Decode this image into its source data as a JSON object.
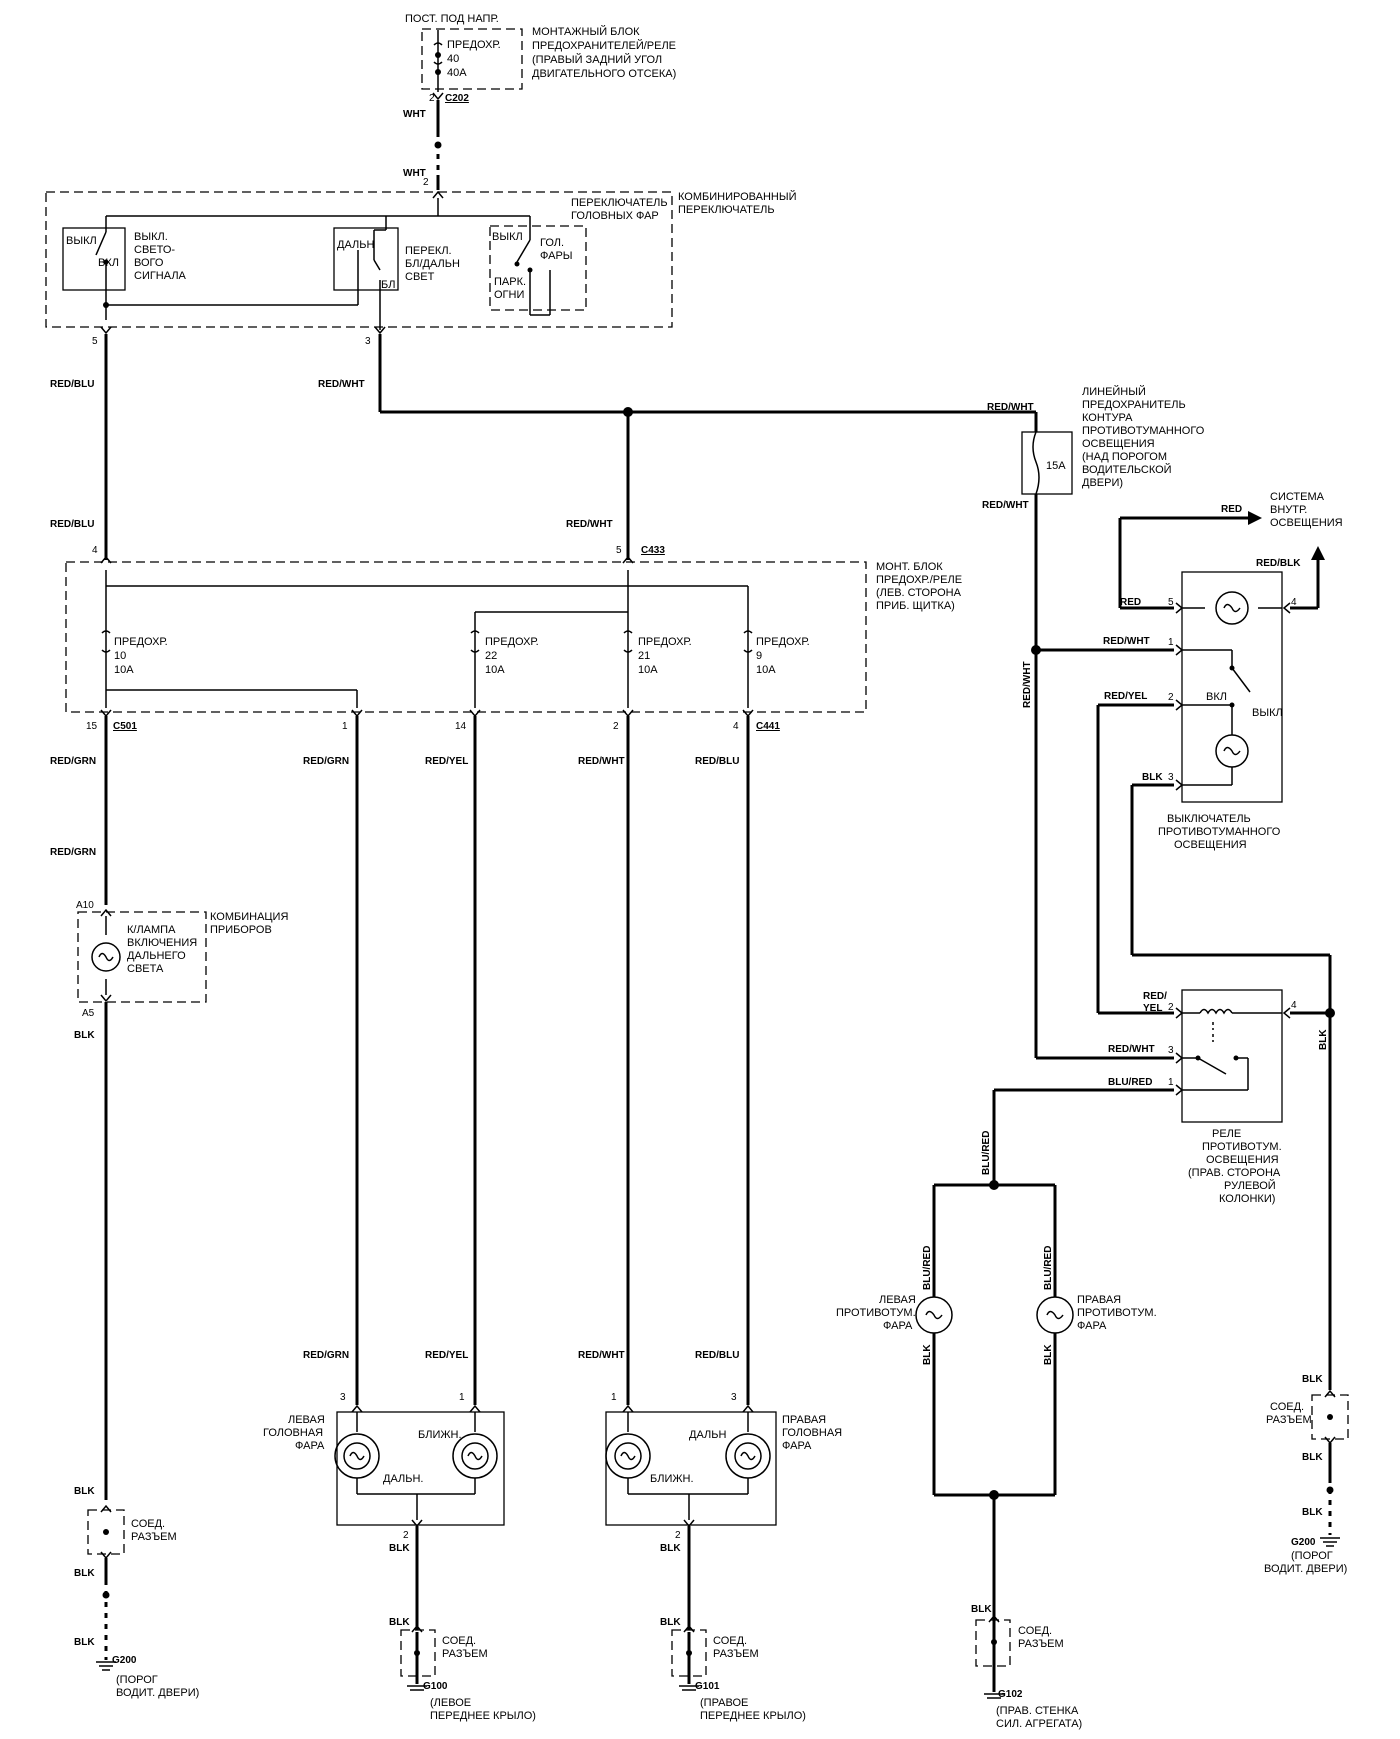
{
  "power": {
    "label": "ПОСТ. ПОД НАПР.",
    "fuse_name": "ПРЕДОХР.",
    "fuse_num": "40",
    "fuse_rating": "40A",
    "pin": "2",
    "connector": "C202"
  },
  "fusebox_top": [
    "МОНТАЖНЫЙ БЛОК",
    "ПРЕДОХРАНИТЕЛЕЙ/РЕЛЕ",
    "(ПРАВЫЙ ЗАДНИЙ УГОЛ",
    "ДВИГАТЕЛЬНОГО ОТСЕКА)"
  ],
  "combo_switch": {
    "title": [
      "КОМБИНИРОВАННЫЙ",
      "ПЕРЕКЛЮЧАТЕЛЬ"
    ],
    "headlight_switch": [
      "ПЕРЕКЛЮЧАТЕЛЬ",
      "ГОЛОВНЫХ ФАР"
    ],
    "flash_off": "ВЫКЛ",
    "flash_on": "ВКЛ",
    "flash_label": [
      "ВЫКЛ.",
      "СВЕТО-",
      "ВОГО",
      "СИГНАЛА"
    ],
    "dimmer_high": "ДАЛЬН",
    "dimmer_low": "БЛ",
    "dimmer_label": [
      "ПЕРЕКЛ.",
      "БЛ/ДАЛЬН",
      "СВЕТ"
    ],
    "hl_off": "ВЫКЛ",
    "hl_head": [
      "ГОЛ.",
      "ФАРЫ"
    ],
    "hl_park": [
      "ПАРК.",
      "ОГНИ"
    ],
    "pin_in": "2",
    "pin5": "5",
    "pin3": "3"
  },
  "wires": {
    "wht": "WHT",
    "red_blu": "RED/BLU",
    "red_wht": "RED/WHT",
    "red_grn": "RED/GRN",
    "red_yel": "RED/YEL",
    "blk": "BLK",
    "red": "RED",
    "red_blk": "RED/BLK",
    "blu_red": "BLU/RED",
    "red_slash": "RED/",
    "yel": "YEL"
  },
  "inline_fuse": {
    "rating": "15A",
    "label": [
      "ЛИНЕЙНЫЙ",
      "ПРЕДОХРАНИТЕЛЬ",
      "КОНТУРА",
      "ПРОТИВОТУМАННОГО",
      "ОСВЕЩЕНИЯ",
      "(НАД ПОРОГОМ",
      "ВОДИТЕЛЬСКОЙ",
      "ДВЕРИ)"
    ]
  },
  "dash_fusebox": {
    "label": [
      "МОНТ. БЛОК",
      "ПРЕДОХР./РЕЛЕ",
      "(ЛЕВ. СТОРОНА",
      "ПРИБ. ЩИТКА)"
    ],
    "fuse_word": "ПРЕДОХР.",
    "fuses": [
      {
        "num": "10",
        "rating": "10A"
      },
      {
        "num": "22",
        "rating": "10A"
      },
      {
        "num": "21",
        "rating": "10A"
      },
      {
        "num": "9",
        "rating": "10A"
      }
    ],
    "pin_in_left": "4",
    "pin_in_right": "5",
    "conn_in": "C433",
    "pins_out": [
      "15",
      "1",
      "14",
      "2",
      "4"
    ],
    "conn_out_left": "C501",
    "conn_out_right": "C441"
  },
  "interior": [
    "СИСТЕМА",
    "ВНУТР.",
    "ОСВЕЩЕНИЯ"
  ],
  "fog_switch": {
    "label": [
      "ВЫКЛЮЧАТЕЛЬ",
      "ПРОТИВОТУМАННОГО",
      "ОСВЕЩЕНИЯ"
    ],
    "on": "ВКЛ",
    "off": "ВЫКЛ",
    "pins": [
      "5",
      "4",
      "1",
      "2",
      "3"
    ]
  },
  "fog_relay": {
    "label": [
      "РЕЛЕ",
      "ПРОТИВОТУМ.",
      "ОСВЕЩЕНИЯ",
      "(ПРАВ. СТОРОНА",
      "РУЛЕВОЙ",
      "КОЛОНКИ)"
    ],
    "pins": [
      "2",
      "3",
      "1",
      "4"
    ]
  },
  "cluster": {
    "pin_top": "A10",
    "pin_bot": "A5",
    "lamp": [
      "К/ЛАМПА",
      "ВКЛЮЧЕНИЯ",
      "ДАЛЬНЕГО",
      "СВЕТА"
    ],
    "label": [
      "КОМБИНАЦИЯ",
      "ПРИБОРОВ"
    ]
  },
  "left_headlight": {
    "label": [
      "ЛЕВАЯ",
      "ГОЛОВНАЯ",
      "ФАРА"
    ],
    "high": "ДАЛЬН.",
    "low": "БЛИЖН.",
    "pin_a": "3",
    "pin_b": "1",
    "pin_gnd": "2"
  },
  "right_headlight": {
    "label": [
      "ПРАВАЯ",
      "ГОЛОВНАЯ",
      "ФАРА"
    ],
    "high": "ДАЛЬН",
    "low": "БЛИЖН.",
    "pin_a": "1",
    "pin_b": "3",
    "pin_gnd": "2"
  },
  "fog_lights": {
    "left": [
      "ЛЕВАЯ",
      "ПРОТИВОТУМ.",
      "ФАРА"
    ],
    "right": [
      "ПРАВАЯ",
      "ПРОТИВОТУМ.",
      "ФАРА"
    ]
  },
  "connector": [
    "СОЕД.",
    "РАЗЪЕМ"
  ],
  "grounds": {
    "g200": {
      "id": "G200",
      "desc": [
        "(ПОРОГ",
        "ВОДИТ. ДВЕРИ)"
      ]
    },
    "g100": {
      "id": "G100",
      "desc": [
        "(ЛЕВОЕ",
        "ПЕРЕДНЕЕ КРЫЛО)"
      ]
    },
    "g101": {
      "id": "G101",
      "desc": [
        "(ПРАВОЕ",
        "ПЕРЕДНЕЕ КРЫЛО)"
      ]
    },
    "g102": {
      "id": "G102",
      "desc": [
        "(ПРАВ. СТЕНКА",
        "СИЛ. АГРЕГАТА)"
      ]
    }
  }
}
